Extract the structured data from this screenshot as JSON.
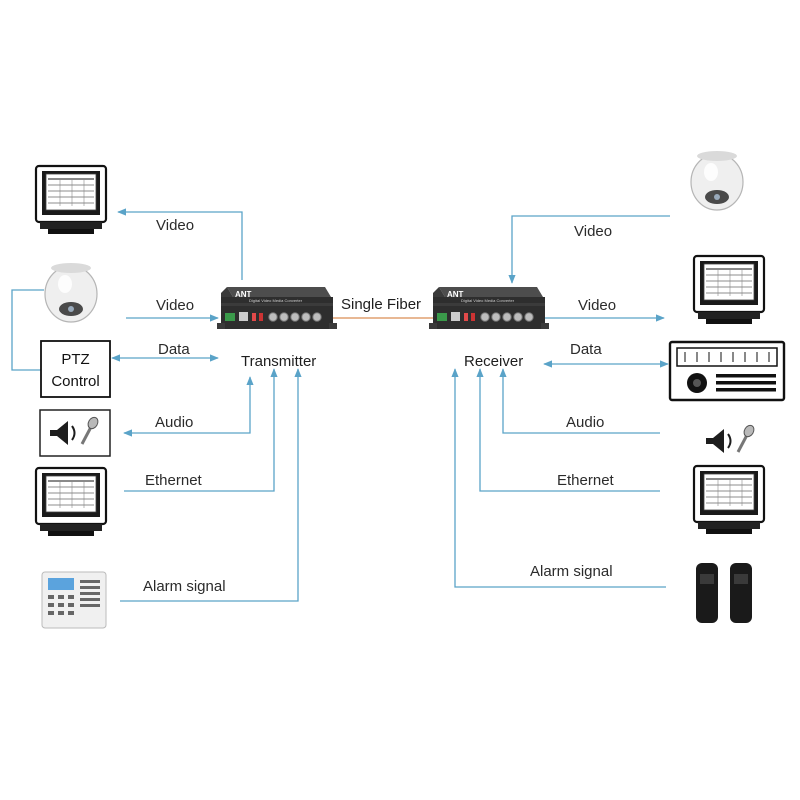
{
  "left": {
    "video_out_label": "Video",
    "video_in_label": "Video",
    "data_label": "Data",
    "audio_label": "Audio",
    "ethernet_label": "Ethernet",
    "alarm_label": "Alarm signal",
    "ptz_line1": "PTZ",
    "ptz_line2": "Control"
  },
  "right": {
    "video_in_label": "Video",
    "video_out_label": "Video",
    "data_label": "Data",
    "audio_label": "Audio",
    "ethernet_label": "Ethernet",
    "alarm_label": "Alarm signal"
  },
  "center": {
    "fiber_label": "Single Fiber",
    "transmitter_label": "Transmitter",
    "receiver_label": "Receiver",
    "device_brand": "ANT",
    "device_subtitle": "Digital Video Media Converter"
  },
  "colors": {
    "wire": "#5aa3c8",
    "fiber": "#e0a070",
    "device_body": "#2e2e2e"
  }
}
